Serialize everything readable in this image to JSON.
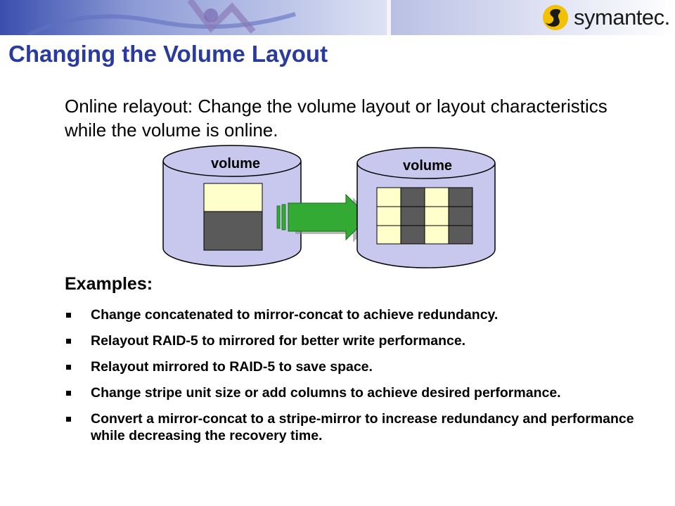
{
  "slide": {
    "title": "Changing the Volume Layout",
    "intro": "Online relayout: Change the volume layout or layout characteristics while the volume is online.",
    "logo_text": "symantec.",
    "diagram": {
      "source_volume_label": "volume",
      "target_volume_label": "volume",
      "cylinder_color": "#c8c8ee",
      "light_block_color": "#ffffcc",
      "dark_block_color": "#5a5a5a",
      "arrow_color": "#33aa33"
    },
    "examples_heading": "Examples:",
    "examples": [
      "Change concatenated to mirror-concat to achieve redundancy.",
      "Relayout RAID-5 to mirrored for better write performance.",
      "Relayout mirrored to RAID-5 to save space.",
      "Change stripe unit size or add columns to achieve desired performance.",
      "Convert a mirror-concat to a stripe-mirror to increase redundancy and performance while decreasing the recovery time."
    ]
  }
}
